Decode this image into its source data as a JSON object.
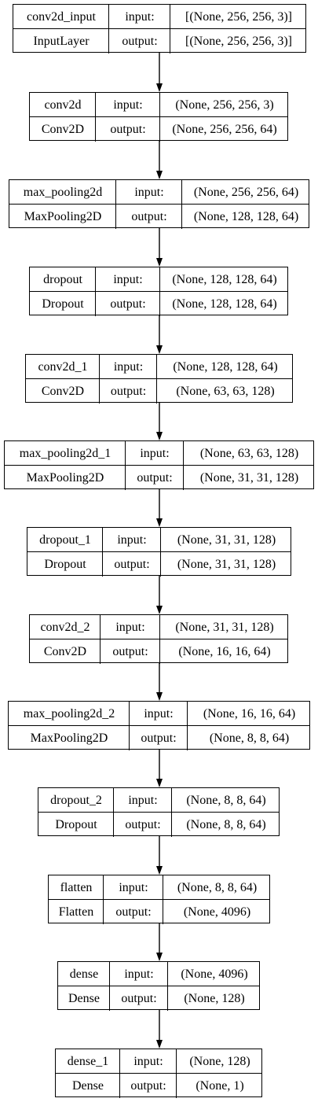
{
  "labels": {
    "input": "input:",
    "output": "output:"
  },
  "layers": [
    {
      "name": "conv2d_input",
      "type": "InputLayer",
      "input": "[(None, 256, 256, 3)]",
      "output": "[(None, 256, 256, 3)]"
    },
    {
      "name": "conv2d",
      "type": "Conv2D",
      "input": "(None, 256, 256, 3)",
      "output": "(None, 256, 256, 64)"
    },
    {
      "name": "max_pooling2d",
      "type": "MaxPooling2D",
      "input": "(None, 256, 256, 64)",
      "output": "(None, 128, 128, 64)"
    },
    {
      "name": "dropout",
      "type": "Dropout",
      "input": "(None, 128, 128, 64)",
      "output": "(None, 128, 128, 64)"
    },
    {
      "name": "conv2d_1",
      "type": "Conv2D",
      "input": "(None, 128, 128, 64)",
      "output": "(None, 63, 63, 128)"
    },
    {
      "name": "max_pooling2d_1",
      "type": "MaxPooling2D",
      "input": "(None, 63, 63, 128)",
      "output": "(None, 31, 31, 128)"
    },
    {
      "name": "dropout_1",
      "type": "Dropout",
      "input": "(None, 31, 31, 128)",
      "output": "(None, 31, 31, 128)"
    },
    {
      "name": "conv2d_2",
      "type": "Conv2D",
      "input": "(None, 31, 31, 128)",
      "output": "(None, 16, 16, 64)"
    },
    {
      "name": "max_pooling2d_2",
      "type": "MaxPooling2D",
      "input": "(None, 16, 16, 64)",
      "output": "(None, 8, 8, 64)"
    },
    {
      "name": "dropout_2",
      "type": "Dropout",
      "input": "(None, 8, 8, 64)",
      "output": "(None, 8, 8, 64)"
    },
    {
      "name": "flatten",
      "type": "Flatten",
      "input": "(None, 8, 8, 64)",
      "output": "(None, 4096)"
    },
    {
      "name": "dense",
      "type": "Dense",
      "input": "(None, 4096)",
      "output": "(None, 128)"
    },
    {
      "name": "dense_1",
      "type": "Dense",
      "input": "(None, 128)",
      "output": "(None, 1)"
    }
  ]
}
